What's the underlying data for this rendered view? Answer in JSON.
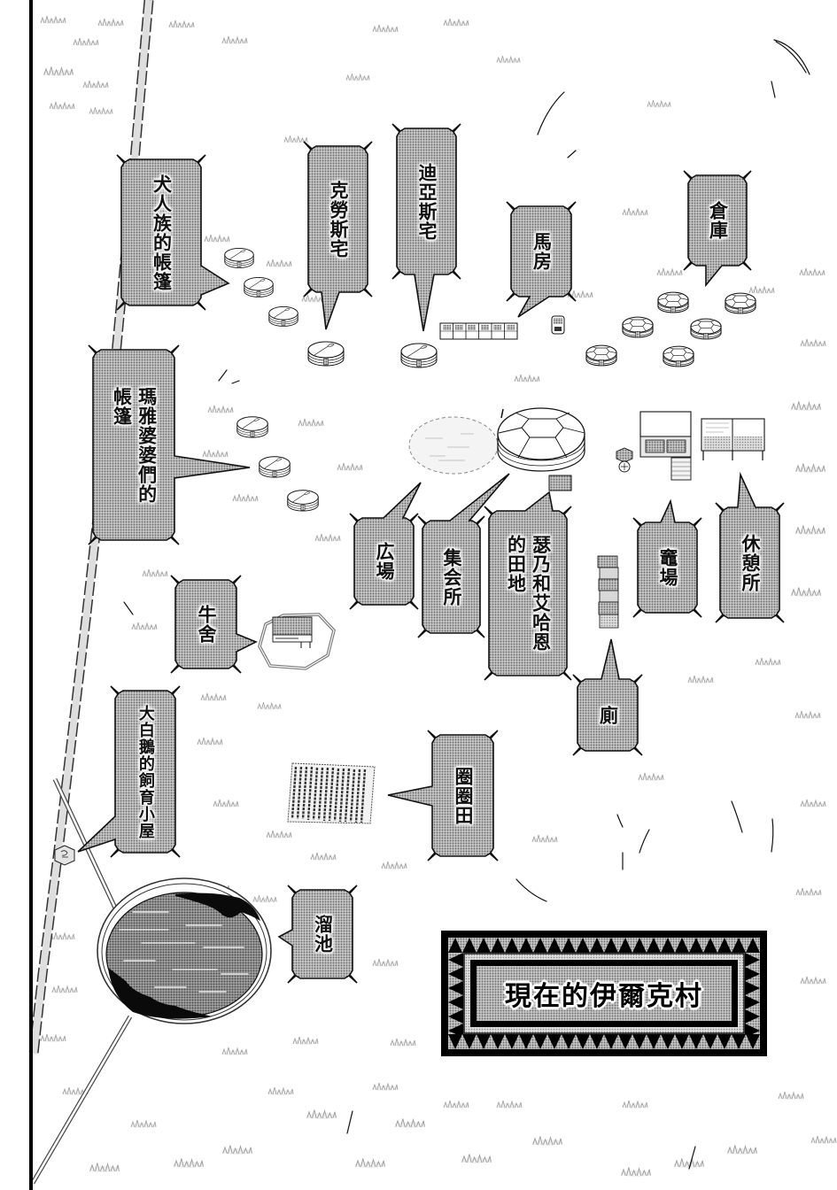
{
  "banner": {
    "title": "現在的伊爾克村"
  },
  "map": {
    "labels": [
      {
        "lines": [
          "犬人族的帳篷"
        ],
        "marker_icon": "tent-icon"
      },
      {
        "lines": [
          "克勞斯宅"
        ],
        "marker_icon": "yurt-icon"
      },
      {
        "lines": [
          "迪亞斯宅"
        ],
        "marker_icon": "yurt-icon"
      },
      {
        "lines": [
          "馬房"
        ],
        "marker_icon": "stable-icon"
      },
      {
        "lines": [
          "倉庫"
        ],
        "marker_icon": "yurt-cluster-icon"
      },
      {
        "lines": [
          "瑪雅婆婆們的",
          "帳篷"
        ],
        "marker_icon": "tent-icon"
      },
      {
        "lines": [
          "広場"
        ],
        "marker_icon": "plaza-icon"
      },
      {
        "lines": [
          "集会所"
        ],
        "marker_icon": "large-yurt-icon"
      },
      {
        "lines": [
          "瑟乃和艾哈恩",
          "的田地"
        ],
        "marker_icon": "field-plot-icon"
      },
      {
        "lines": [
          "竈場"
        ],
        "marker_icon": "kitchen-building-icon"
      },
      {
        "lines": [
          "休憩所"
        ],
        "marker_icon": "rest-house-icon"
      },
      {
        "lines": [
          "牛舍"
        ],
        "marker_icon": "cowshed-icon"
      },
      {
        "lines": [
          "大白鵝的飼育小屋"
        ],
        "marker_icon": "goose-hut-icon"
      },
      {
        "lines": [
          "廁"
        ],
        "marker_icon": "toilet-icon"
      },
      {
        "lines": [
          "圈圈田"
        ],
        "marker_icon": "striped-field-icon"
      },
      {
        "lines": [
          "溜池"
        ],
        "marker_icon": "pond-icon"
      }
    ]
  },
  "style": {
    "paper": "#ffffff",
    "ink": "#111111",
    "bubble_fill": "#a8a8a8",
    "banner_frame": "#000000"
  }
}
